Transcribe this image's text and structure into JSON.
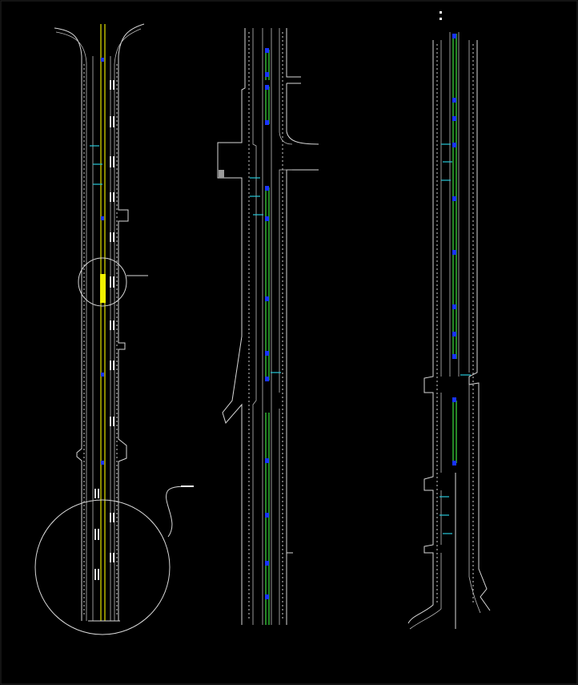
{
  "drawing": {
    "background": "#000000",
    "colors": {
      "road_edge": "#d8d8d8",
      "centerline_yellow": "#e6e600",
      "median_green": "#39d13a",
      "marker_blue": "#1833ff",
      "callout_cyan": "#27c7d8",
      "highlight_yellow": "#f2f200"
    },
    "sheets": [
      {
        "name": "sheet-left",
        "elements": [
          "road-corridor",
          "yellow-centerline",
          "lane-markings",
          "detail-circle-small",
          "detail-circle-large",
          "leader-line"
        ]
      },
      {
        "name": "sheet-middle",
        "elements": [
          "road-corridor",
          "green-median",
          "blue-markers",
          "side-streets"
        ]
      },
      {
        "name": "sheet-right",
        "elements": [
          "road-corridor",
          "green-median",
          "blue-markers",
          "side-streets"
        ]
      }
    ]
  }
}
